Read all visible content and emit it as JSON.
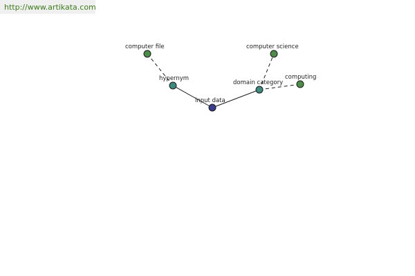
{
  "source": {
    "url_text": "http://www.artikata.com"
  },
  "graph": {
    "nodes": {
      "input_data": {
        "label": "input data",
        "color": "#3a3c8c",
        "kind": "center"
      },
      "hypernym": {
        "label": "hypernym",
        "color": "#3e8a7e",
        "kind": "relation"
      },
      "domain_category": {
        "label": "domain category",
        "color": "#3e8a7e",
        "kind": "relation"
      },
      "computer_file": {
        "label": "computer file",
        "color": "#4e8c4a",
        "kind": "term"
      },
      "computer_science": {
        "label": "computer science",
        "color": "#4e8c4a",
        "kind": "term"
      },
      "computing": {
        "label": "computing",
        "color": "#4e8c4a",
        "kind": "term"
      }
    },
    "edges": [
      {
        "from": "input_data",
        "to": "hypernym",
        "style": "solid"
      },
      {
        "from": "input_data",
        "to": "domain_category",
        "style": "solid"
      },
      {
        "from": "hypernym",
        "to": "computer_file",
        "style": "dashed"
      },
      {
        "from": "domain_category",
        "to": "computer_science",
        "style": "dashed"
      },
      {
        "from": "domain_category",
        "to": "computing",
        "style": "dashed"
      }
    ]
  }
}
